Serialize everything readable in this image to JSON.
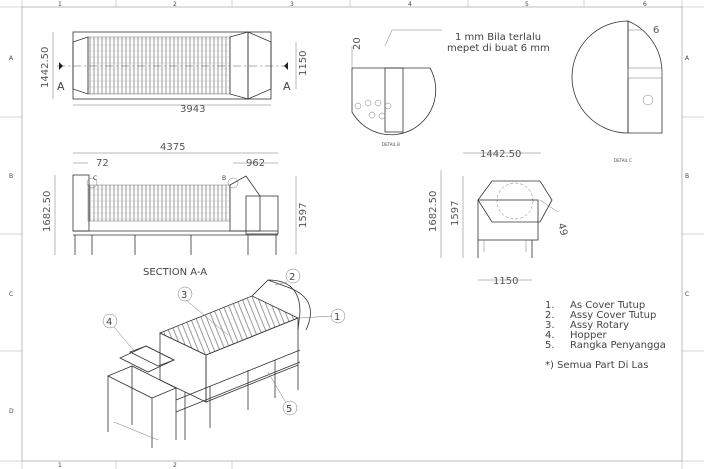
{
  "frame": {
    "columns": [
      "1",
      "2",
      "3",
      "4",
      "5",
      "6"
    ],
    "rows": [
      "A",
      "B",
      "C",
      "D"
    ]
  },
  "top_view": {
    "section_marker": "A",
    "dims": {
      "height": "1442.50",
      "length": "3943",
      "right_height": "1150"
    }
  },
  "front_view": {
    "dims": {
      "overall_length": "4375",
      "left_offset": "72",
      "right_offset": "962",
      "height_left": "1682.50",
      "height_right": "1597"
    },
    "callouts": {
      "left": "C",
      "right": "B"
    },
    "caption": "SECTION A-A"
  },
  "detail_b": {
    "note_line1": "1 mm Bila terlalu",
    "note_line2": "mepet di buat 6 mm",
    "dim": "20",
    "caption": "DETAIL B"
  },
  "detail_c": {
    "dim": "6",
    "caption": "DETAIL C"
  },
  "side_view": {
    "dims": {
      "width_top": "1442.50",
      "height_outer": "1682.50",
      "height_inner": "1597",
      "width_bottom": "1150",
      "angle": "49"
    }
  },
  "balloons": [
    "1",
    "2",
    "3",
    "4",
    "5"
  ],
  "parts_list": {
    "items": [
      {
        "num": "1.",
        "name": "As Cover Tutup"
      },
      {
        "num": "2.",
        "name": "Assy Cover Tutup"
      },
      {
        "num": "3.",
        "name": "Assy Rotary"
      },
      {
        "num": "4.",
        "name": "Hopper"
      },
      {
        "num": "5.",
        "name": "Rangka Penyangga"
      }
    ],
    "note": "*) Semua Part Di Las"
  }
}
